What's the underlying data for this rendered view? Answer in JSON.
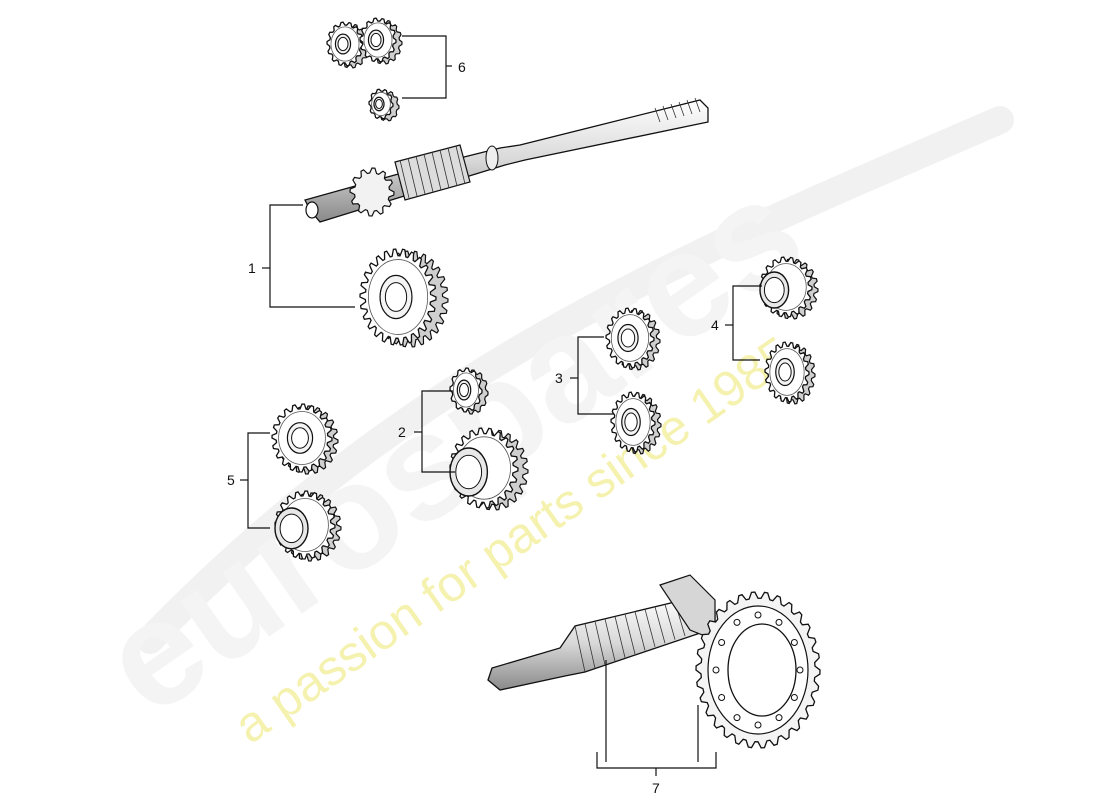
{
  "watermark": {
    "brand": "eurospares",
    "tagline": "a passion for parts since 1985"
  },
  "callouts": [
    {
      "id": "1",
      "label": "1"
    },
    {
      "id": "2",
      "label": "2"
    },
    {
      "id": "3",
      "label": "3"
    },
    {
      "id": "4",
      "label": "4"
    },
    {
      "id": "5",
      "label": "5"
    },
    {
      "id": "6",
      "label": "6"
    },
    {
      "id": "7",
      "label": "7"
    }
  ],
  "parts": [
    {
      "name": "input-shaft",
      "icon": "shaft-icon"
    },
    {
      "name": "gear-pair-1",
      "icon": "gear-icon"
    },
    {
      "name": "gear-pair-2",
      "icon": "gear-icon"
    },
    {
      "name": "gear-pair-3",
      "icon": "gear-icon"
    },
    {
      "name": "gear-pair-4",
      "icon": "gear-icon"
    },
    {
      "name": "gear-pair-5",
      "icon": "gear-icon"
    },
    {
      "name": "gear-set-6",
      "icon": "gear-icon"
    },
    {
      "name": "ring-and-pinion-7",
      "icon": "ring-gear-icon"
    }
  ]
}
